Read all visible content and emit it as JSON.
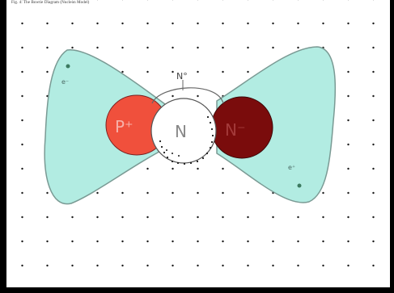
{
  "figure": {
    "caption": "Fig. 4: The Bowtie Diagram (Nucleon Model)",
    "labels": {
      "left_lobe": "P⁺",
      "center": "N",
      "right_lobe": "N⁻",
      "top_marker": "N°",
      "left_note": "e⁻",
      "right_note": "e⁺"
    },
    "colors": {
      "wing_fill": "#b2ece2",
      "wing_stroke": "#7a9a94",
      "left_lobe": "#f0503c",
      "right_lobe": "#7a0c0c",
      "center_fill": "#ffffff",
      "dots": "#1a1a1a"
    }
  }
}
